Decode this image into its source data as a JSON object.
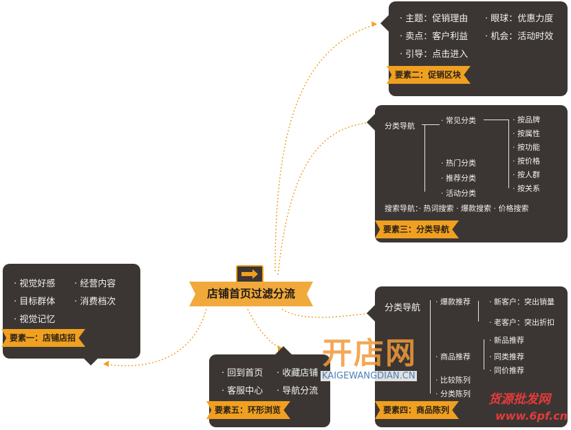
{
  "central": {
    "title": "店铺首页过滤分流"
  },
  "el1": {
    "ribbon": "要素一：店铺店招",
    "items": [
      "· 视觉好感",
      "· 经营内容",
      "· 目标群体",
      "· 消费档次",
      "· 视觉记忆"
    ]
  },
  "el2": {
    "ribbon": "要素二：促销区块",
    "items": [
      "· 主题：促销理由",
      "· 眼球：优惠力度",
      "· 卖点：客户利益",
      "· 机会：活动时效",
      "· 引导：点击进入"
    ]
  },
  "el3": {
    "ribbon": "要素三：分类导航",
    "root": "分类导航",
    "common": "· 常见分类",
    "hot": "· 热门分类",
    "rec": "· 推荐分类",
    "act": "· 活动分类",
    "leaves": [
      "· 按品牌",
      "· 按属性",
      "· 按功能",
      "· 按价格",
      "· 按人群",
      "· 按关系"
    ],
    "search": "搜索导航：· 热词搜索 · 爆款搜索 · 价格搜索"
  },
  "el4": {
    "ribbon": "要素四：商品陈列",
    "root": "分类导航",
    "hot": "· 爆款推荐",
    "new_cust": "· 新客户：突出销量",
    "old_cust": "· 老客户：突出折扣",
    "prod": "· 商品推荐",
    "prod_leaves": [
      "· 新品推荐",
      "· 同类推荐",
      "· 同价推荐"
    ],
    "compare": "· 比较陈列",
    "cat": "· 分类陈列"
  },
  "el5": {
    "ribbon": "要素五：环形浏览",
    "items": [
      "· 回到首页",
      "· 收藏店铺",
      "· 客服中心",
      "· 导航分流"
    ]
  },
  "watermark": {
    "logo": "开店网",
    "url": "KAIGEWANGDIAN.CN",
    "corner1": "货源批发网",
    "corner2": "www.6pf.cn"
  },
  "colors": {
    "box": "#3b3633",
    "ribbon": "#f0a020",
    "connector": "#f0a020"
  }
}
